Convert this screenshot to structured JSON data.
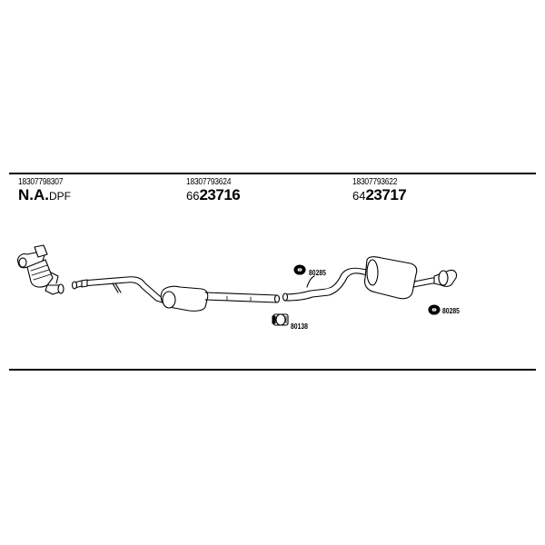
{
  "sections": [
    {
      "part_number": "18307798307",
      "code_prefix": "N.A.",
      "code_suffix": "DPF"
    },
    {
      "part_number": "18307793624",
      "code_prefix": "66",
      "code_main": "23716"
    },
    {
      "part_number": "18307793622",
      "code_prefix": "64",
      "code_main": "23717"
    }
  ],
  "accessories": [
    {
      "ref": "80285"
    },
    {
      "ref": "80138"
    },
    {
      "ref": "80285"
    }
  ],
  "colors": {
    "lines": "#000000",
    "parts_fill": "#ffffff",
    "shading": "#9a9a9a"
  }
}
